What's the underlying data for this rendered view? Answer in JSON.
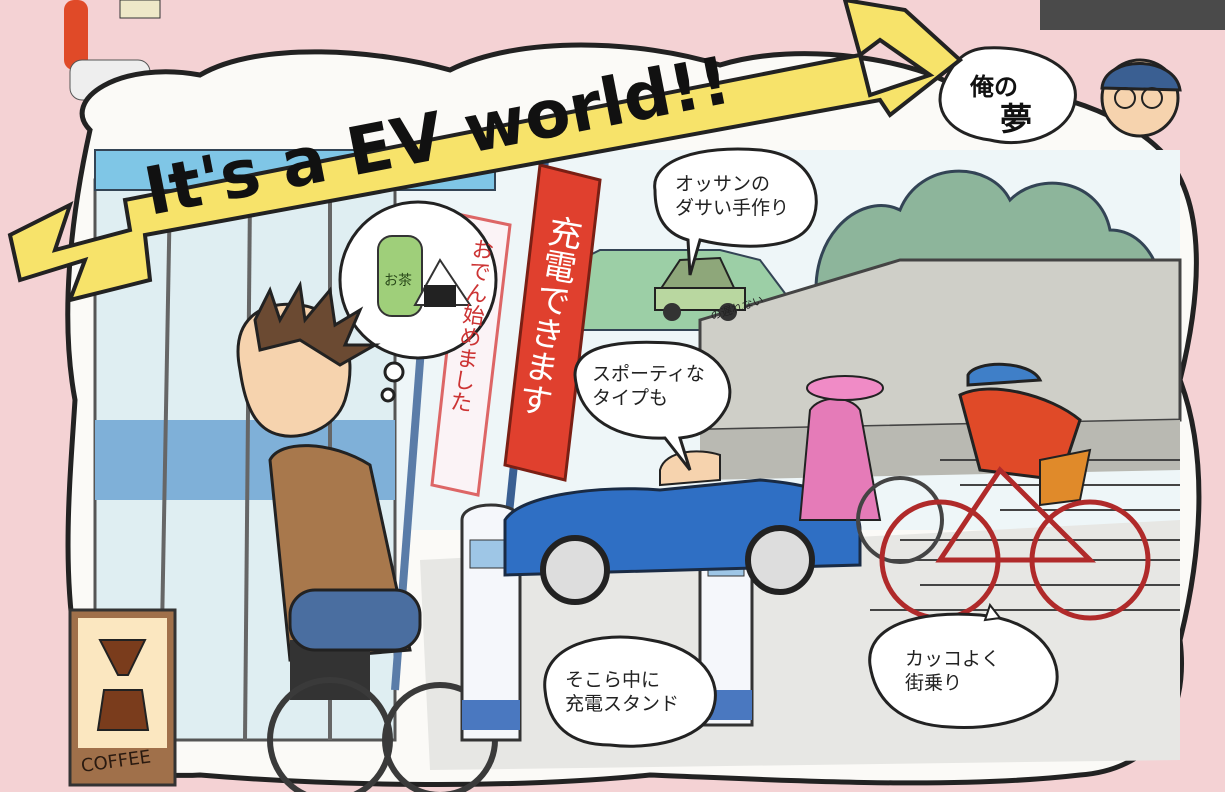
{
  "banner": {
    "title": "It's a EV world!!"
  },
  "dream_bubble": {
    "line1": "俺の",
    "line2": "夢"
  },
  "shop_flag": {
    "text": "充電できます"
  },
  "side_flag": {
    "text": "おでん始めました"
  },
  "poster": {
    "text": "COFFEE"
  },
  "thought_items": {
    "bottle_label": "お茶"
  },
  "bubbles": {
    "handmade": {
      "line1": "オッサンの",
      "line2": "ダサい手作り"
    },
    "sporty": {
      "line1": "スポーティな",
      "line2": "タイプも"
    },
    "stand": {
      "line1": "そこら中に",
      "line2": "充電スタンド"
    },
    "cool": {
      "line1": "カッコよく",
      "line2": "街乗り"
    }
  },
  "small_note": {
    "text": "の遅れない"
  },
  "colors": {
    "banner_yellow": "#f7e36a",
    "flag_red": "#e0402e",
    "car_blue": "#2f6fc4",
    "sky_blue": "#7fc6e6",
    "tree_green": "#8db59b",
    "frame_pink": "#f4d2d4"
  }
}
